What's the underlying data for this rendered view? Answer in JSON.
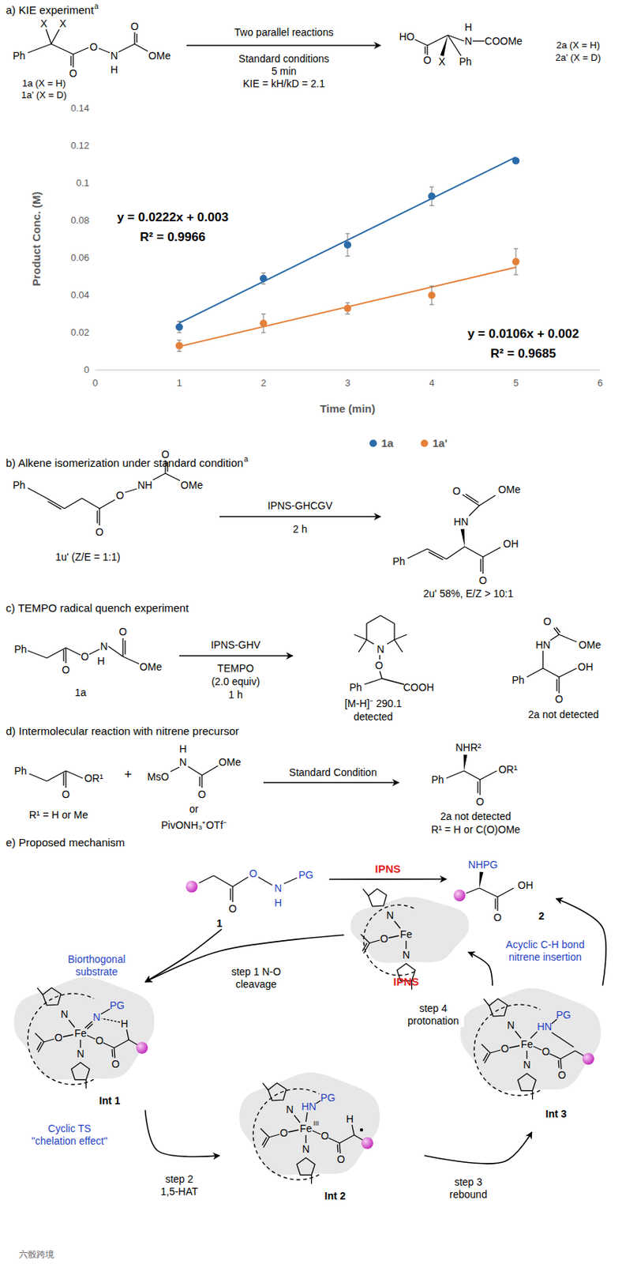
{
  "diagram": {
    "nodes": [
      {
        "text": [
          "O",
          "O",
          "N",
          "PG",
          "H",
          "1"
        ]
      },
      {
        "text": [
          "NHPG",
          "OH",
          "O",
          "2"
        ]
      },
      {
        "text": [
          "N",
          "Fe",
          "O",
          "N",
          "IPNS"
        ]
      },
      {
        "text": [
          "N",
          "N",
          "PG",
          "Fe",
          "H",
          "O",
          "O",
          "O",
          "N",
          "Int 1"
        ]
      },
      {
        "text": [
          "N",
          "HN",
          "PG",
          "Fe",
          "III",
          "H",
          "O",
          "O",
          "O",
          "N",
          "Int 2"
        ]
      },
      {
        "text": [
          "N",
          "HN",
          "PG",
          "Fe",
          "O",
          "O",
          "O",
          "N",
          "Int 3"
        ]
      }
    ],
    "edges": [
      {
        "from": 0,
        "to": 1,
        "label": "IPNS",
        "arrow": "to"
      },
      {
        "from": 2,
        "to": 3,
        "label": "step 1 N-O cleavage",
        "arrow": "to"
      },
      {
        "from": 0,
        "to": 3,
        "arrow": "to"
      },
      {
        "from": 3,
        "to": 4,
        "label": "step 2 1,5-HAT",
        "arrow": "to"
      },
      {
        "from": 4,
        "to": 5,
        "label": "step 3 rebound",
        "arrow": "to"
      },
      {
        "from": 5,
        "to": 2,
        "label": "step 4 protonation",
        "arrow": "to"
      },
      {
        "from": 5,
        "to": 1,
        "arrow": "to"
      }
    ],
    "labels": [
      "a) KIE experiment",
      "a",
      "X",
      "X",
      "Ph",
      "O",
      "O",
      "N",
      "H",
      "O",
      "OMe",
      "1a (X = H)",
      "1a' (X = D)",
      "Two parallel reactions",
      "Standard conditions",
      "5 min",
      "KIE = kH/kD = 2.1",
      "HO",
      "O",
      "N",
      "H",
      "COOMe",
      "X",
      "Ph",
      "2a (X = H)",
      "2a' (X = D)",
      "0",
      "0.02",
      "0.04",
      "0.06",
      "0.08",
      "0.1",
      "0.12",
      "0.14",
      "0",
      "1",
      "2",
      "3",
      "4",
      "5",
      "6",
      "Product Conc. (M)",
      "Time (min)",
      "y = 0.0222x + 0.003",
      "R² = 0.9966",
      "y = 0.0106x + 0.002",
      "R² = 0.9685",
      "b) Alkene isomerization under standard condition",
      "a",
      "Ph",
      "O",
      "O",
      "NH",
      "O",
      "OMe",
      "1u' (Z/E = 1:1)",
      "IPNS-GHCGV",
      "2 h",
      "HN",
      "O",
      "OMe",
      "Ph",
      "O",
      "OH",
      "2u' 58%, E/Z > 10:1",
      "c) TEMPO radical quench experiment",
      "Ph",
      "O",
      "O",
      "N",
      "H",
      "O",
      "OMe",
      "1a",
      "IPNS-GHV",
      "TEMPO",
      "(2.0 equiv)",
      "1 h",
      "N",
      "O",
      "Ph",
      "COOH",
      "[M-H]⁻ 290.1",
      "detected",
      "HN",
      "O",
      "OMe",
      "Ph",
      "O",
      "OH",
      "2a not detected",
      "d) Intermolecular reaction with nitrene precursor",
      "Ph",
      "O",
      "OR¹",
      "R¹ = H or Me",
      "+",
      "H",
      "N",
      "MsO",
      "O",
      "OMe",
      "or",
      "PivONH₃⁺OTf⁻",
      "Standard Condition",
      "NHR²",
      "Ph",
      "O",
      "OR¹",
      "2a not detected",
      "R¹ = H or C(O)OMe",
      "e) Proposed mechanism",
      "Biorthogonal substrate",
      "Cyclic TS \"chelation effect\"",
      "Acyclic C-H bond nitrene insertion",
      "六骰跨境"
    ],
    "legend": [
      {
        "text": "1a",
        "color": "#2a6aa8"
      },
      {
        "text": "1a'",
        "color": "#e5803a"
      }
    ]
  }
}
